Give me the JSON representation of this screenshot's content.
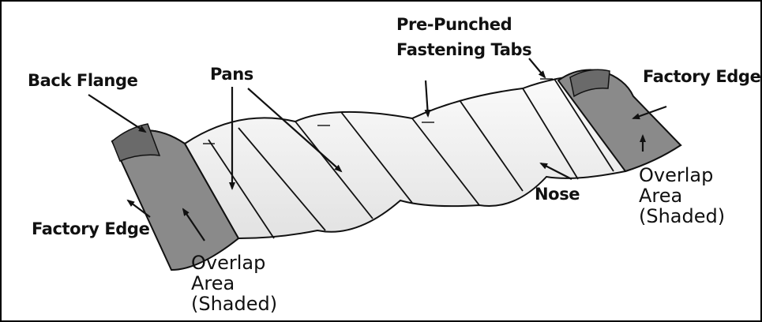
{
  "labels": {
    "back_flange": "Back Flange",
    "pans": "Pans",
    "pre_punched": "Pre-Punched",
    "fastening_tabs": "Fastening Tabs",
    "factory_edge_right": "Factory Edge",
    "factory_edge_left": "Factory Edge",
    "nose": "Nose",
    "overlap_right": [
      "Overlap",
      "Area",
      "(Shaded)"
    ],
    "overlap_left": [
      "Overlap",
      "Area",
      "(Shaded)"
    ]
  },
  "colors": {
    "tile_face": "#efefef",
    "overlap_shade": "#8a8a8a",
    "outline": "#111111",
    "frame": "#000000"
  }
}
